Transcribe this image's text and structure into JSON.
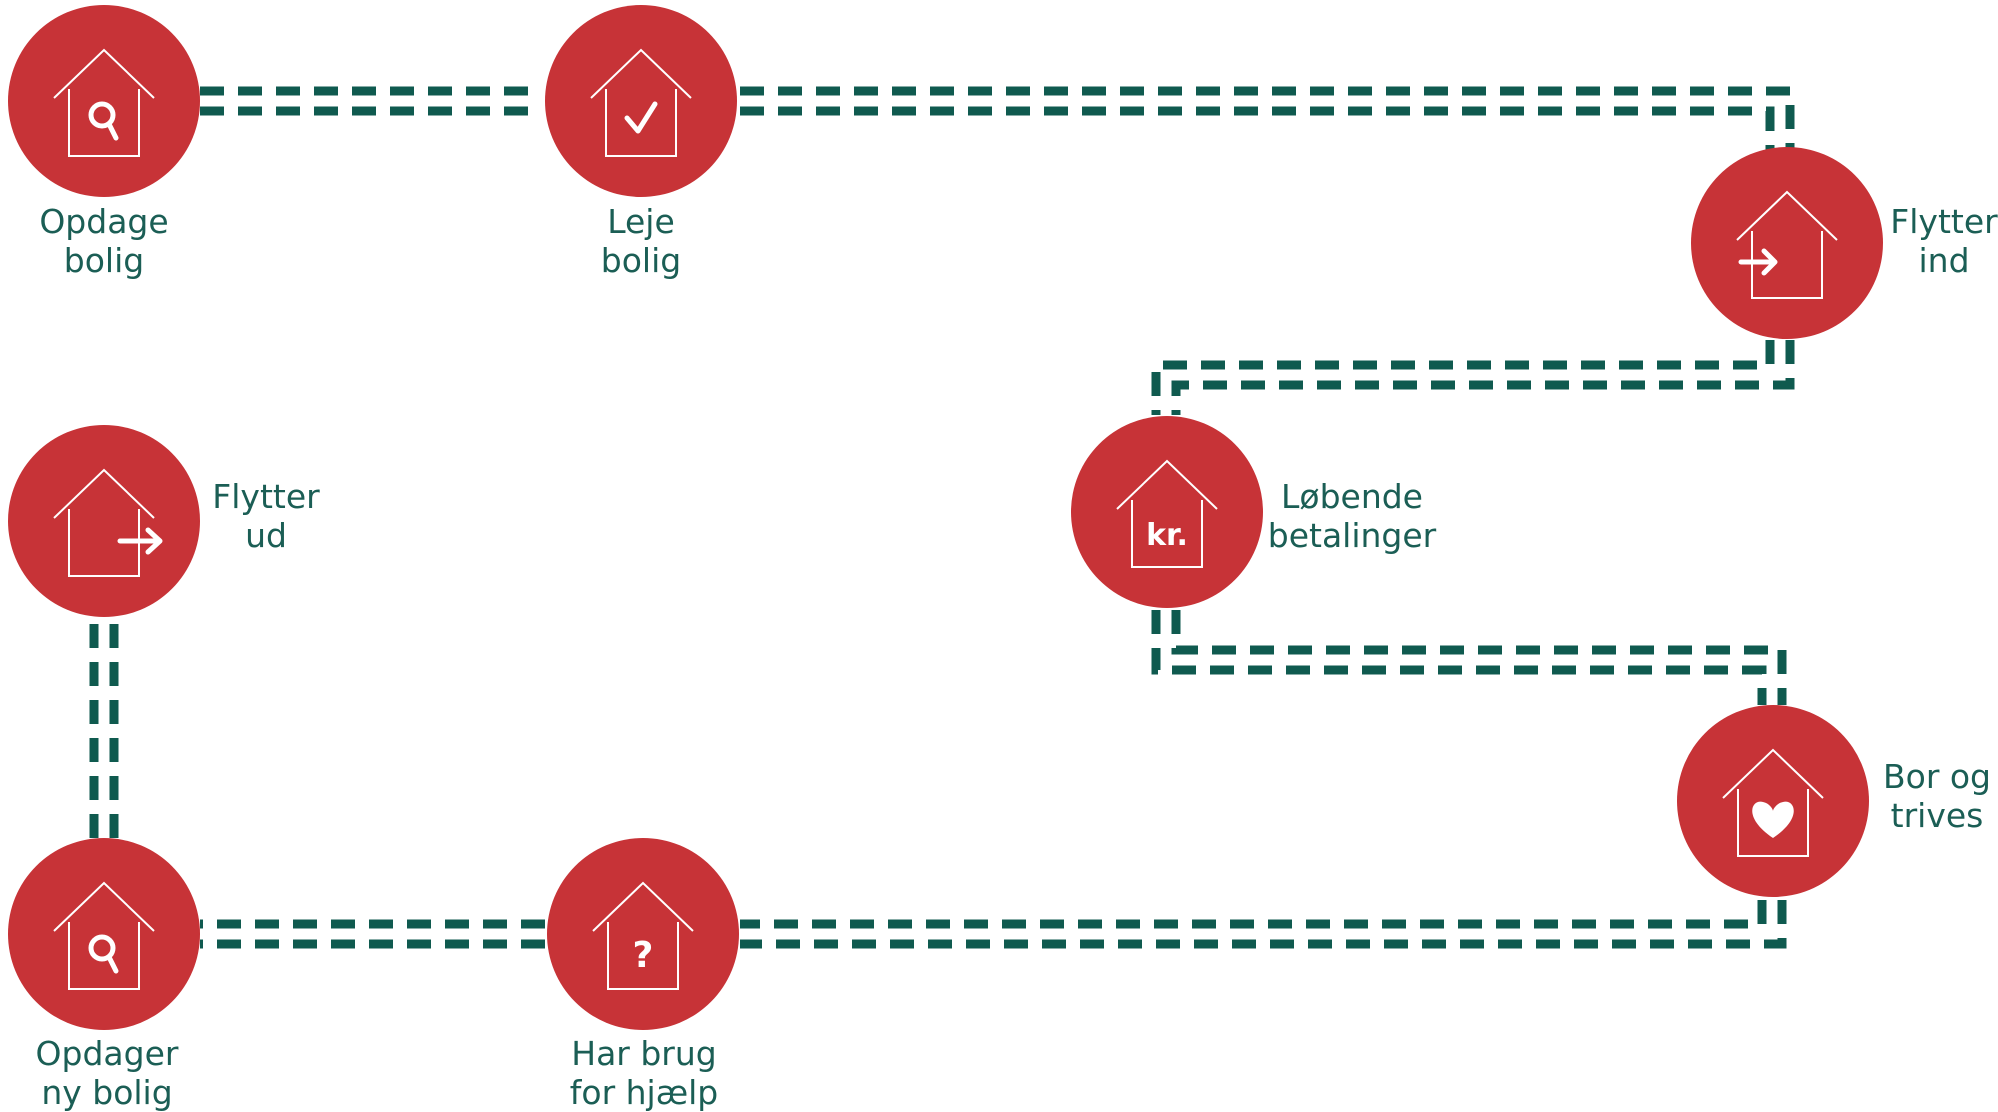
{
  "colors": {
    "circle": "#c73337",
    "connector": "#0f5a4f",
    "label_text": "#1b5e55",
    "icon_stroke": "#ffffff"
  },
  "steps": [
    {
      "id": "opdage-bolig",
      "icon": "house-magnifier-icon",
      "line1": "Opdage",
      "line2": "bolig"
    },
    {
      "id": "leje-bolig",
      "icon": "house-checkmark-icon",
      "line1": "Leje",
      "line2": "bolig"
    },
    {
      "id": "flytter-ind",
      "icon": "house-arrow-in-icon",
      "line1": "Flytter",
      "line2": "ind"
    },
    {
      "id": "lobende-betalinger",
      "icon": "house-kr-icon",
      "icon_text": "kr.",
      "line1": "Løbende",
      "line2": "betalinger"
    },
    {
      "id": "bor-og-trives",
      "icon": "house-heart-icon",
      "line1": "Bor og",
      "line2": "trives"
    },
    {
      "id": "har-brug-for-hjaelp",
      "icon": "house-question-icon",
      "icon_text": "?",
      "line1": "Har brug",
      "line2": "for hjælp"
    },
    {
      "id": "opdager-ny-bolig",
      "icon": "house-magnifier-icon",
      "line1": "Opdager",
      "line2": "ny bolig"
    },
    {
      "id": "flytter-ud",
      "icon": "house-arrow-out-icon",
      "line1": "Flytter",
      "line2": "ud"
    }
  ]
}
